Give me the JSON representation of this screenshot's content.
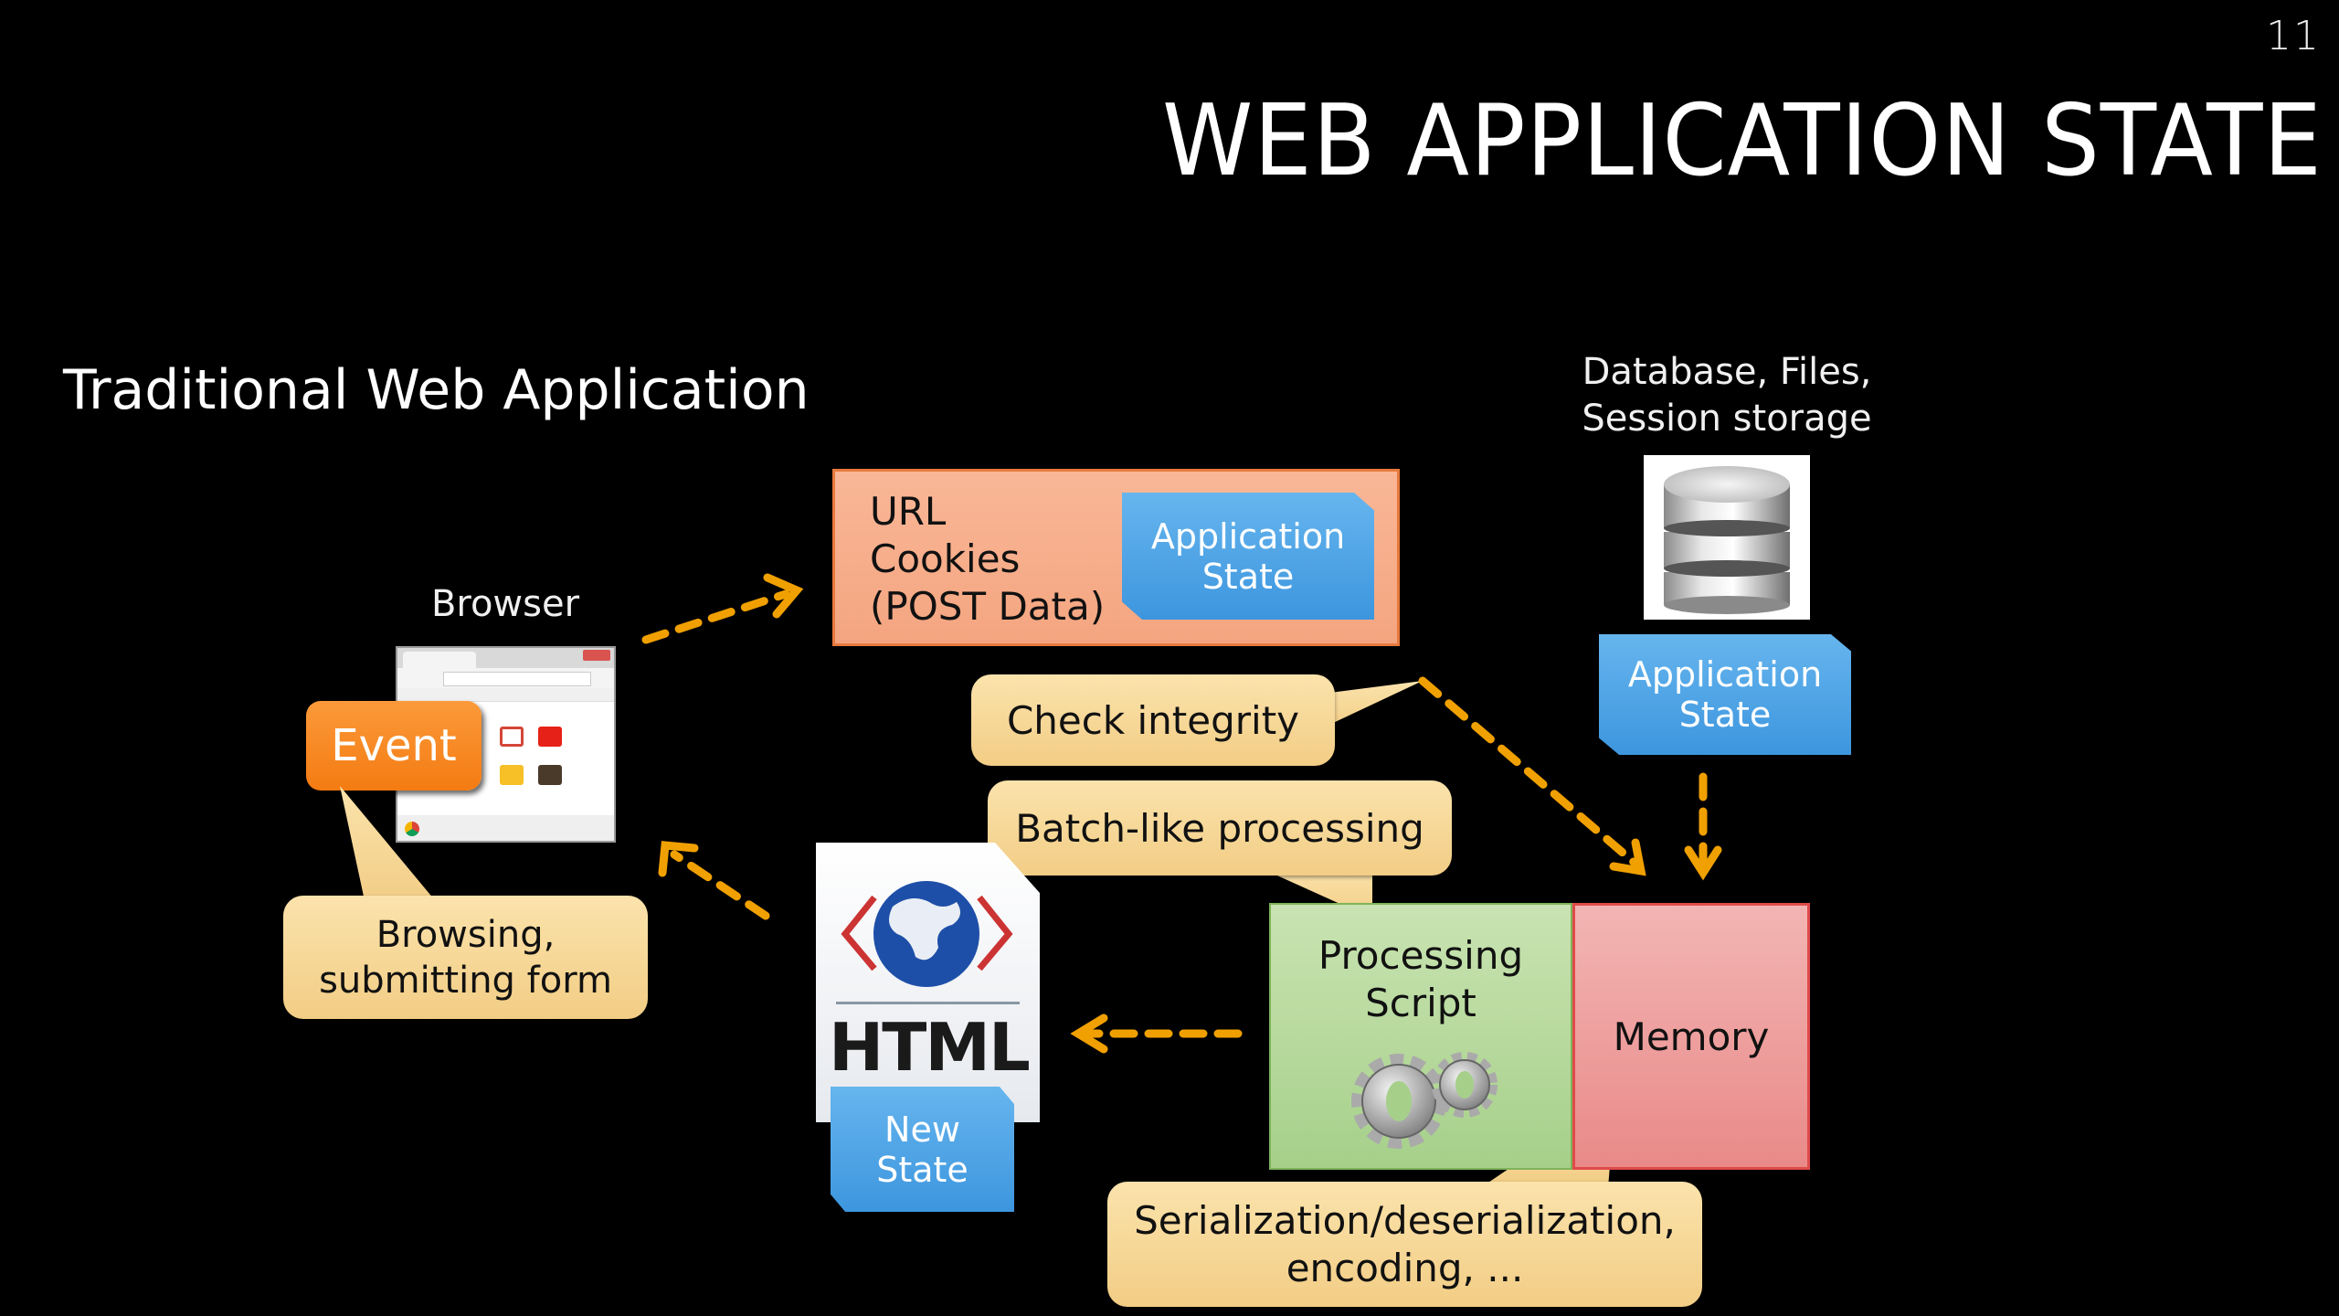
{
  "slide": {
    "page_number": "11",
    "title": "WEB APPLICATION STATE",
    "subtitle": "Traditional Web Application"
  },
  "browser": {
    "label": "Browser",
    "event_label": "Event",
    "callout": [
      "Browsing,",
      "submitting form"
    ]
  },
  "request": {
    "lines": [
      "URL",
      "Cookies",
      "(POST Data)"
    ],
    "state_label": [
      "Application",
      "State"
    ]
  },
  "storage": {
    "label": [
      "Database, Files,",
      "Session storage"
    ],
    "state_label": [
      "Application",
      "State"
    ]
  },
  "callouts": {
    "check_integrity": "Check integrity",
    "batch_processing": "Batch-like processing",
    "serialization": [
      "Serialization/deserialization,",
      "encoding, ..."
    ]
  },
  "server": {
    "processing_label": [
      "Processing",
      "Script"
    ],
    "memory_label": "Memory"
  },
  "response": {
    "doc_label": "HTML",
    "state_label": [
      "New",
      "State"
    ]
  },
  "colors": {
    "arrow": "#f0a000",
    "request_box": "#f6ad8a",
    "state_blue": "#4ba3e4",
    "callout": "#f6d897",
    "processing_green": "#b8dba0",
    "memory_red": "#eea1a0",
    "event_orange": "#f68a22"
  }
}
